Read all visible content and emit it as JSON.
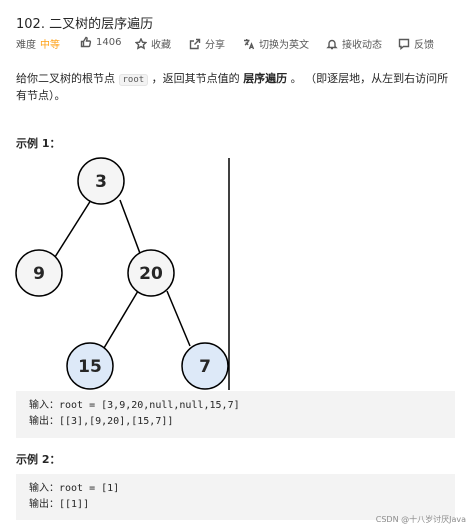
{
  "problem": {
    "title": "102. 二叉树的层序遍历"
  },
  "toolbar": {
    "difficulty_label": "难度",
    "difficulty_value": "中等",
    "likes": "1406",
    "favorite": "收藏",
    "share": "分享",
    "switch_lang": "切换为英文",
    "notify": "接收动态",
    "feedback": "反馈"
  },
  "description": {
    "part1": "给你二叉树的根节点 ",
    "code": "root",
    "part2": " ，返回其节点值的 ",
    "bold": "层序遍历",
    "part3": " 。 （即逐层地，从左到右访问所有节点）。"
  },
  "example1": {
    "title": "示例 1：",
    "tree_nodes": [
      "3",
      "9",
      "20",
      "15",
      "7"
    ],
    "input": "输入：root = [3,9,20,null,null,15,7]",
    "output": "输出：[[3],[9,20],[15,7]]"
  },
  "example2": {
    "title": "示例 2：",
    "input": "输入：root = [1]",
    "output": "输出：[[1]]"
  },
  "watermark": "CSDN @十八岁讨厌Java",
  "colors": {
    "difficulty_medium": "#ffa116",
    "node_fill": "#f5f5f5",
    "node_highlight_fill": "#dde9f8"
  }
}
